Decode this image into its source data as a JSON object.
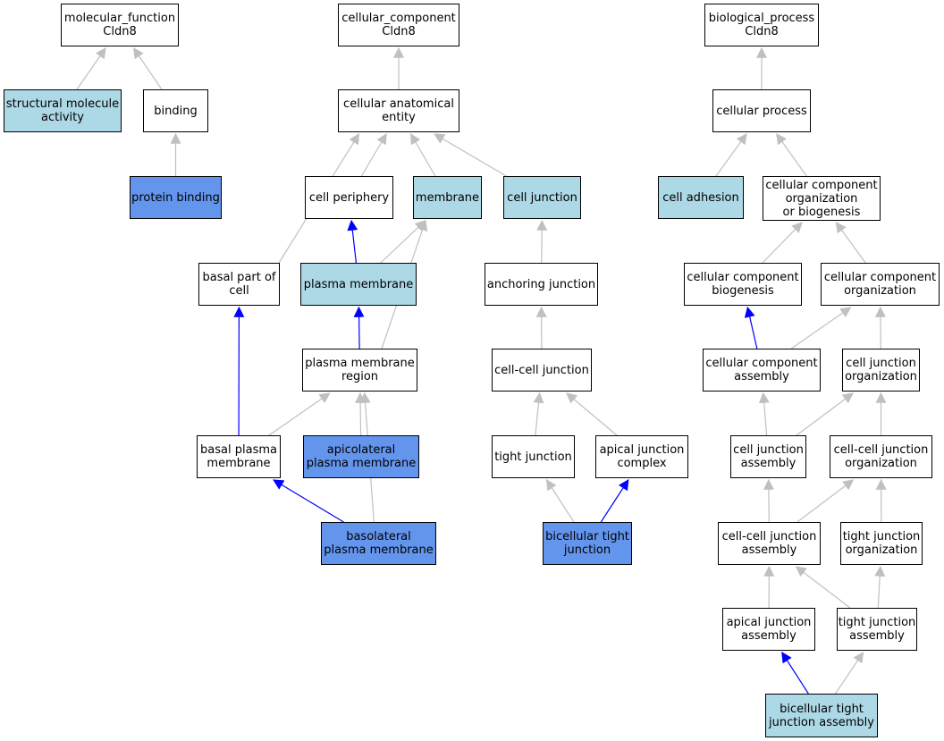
{
  "colors": {
    "plain": "#ffffff",
    "light_blue": "#add8e6",
    "cornflower_blue": "#6495ed",
    "gray_edge": "#c0c0c0",
    "blue_edge": "#0000ff"
  },
  "nodes": {
    "mf_root": {
      "label": "molecular_function\nCldn8",
      "fill": "plain"
    },
    "cc_root": {
      "label": "cellular_component\nCldn8",
      "fill": "plain"
    },
    "bp_root": {
      "label": "biological_process\nCldn8",
      "fill": "plain"
    },
    "structural_molecule_activity": {
      "label": "structural molecule\nactivity",
      "fill": "light"
    },
    "binding": {
      "label": "binding",
      "fill": "plain"
    },
    "protein_binding": {
      "label": "protein binding",
      "fill": "blue"
    },
    "cellular_anatomical_entity": {
      "label": "cellular anatomical\nentity",
      "fill": "plain"
    },
    "cell_periphery": {
      "label": "cell periphery",
      "fill": "plain"
    },
    "membrane": {
      "label": "membrane",
      "fill": "light"
    },
    "cell_junction": {
      "label": "cell junction",
      "fill": "light"
    },
    "basal_part_of_cell": {
      "label": "basal part of\ncell",
      "fill": "plain"
    },
    "plasma_membrane": {
      "label": "plasma membrane",
      "fill": "light"
    },
    "plasma_membrane_region": {
      "label": "plasma membrane\nregion",
      "fill": "plain"
    },
    "basal_plasma_membrane": {
      "label": "basal plasma\nmembrane",
      "fill": "plain"
    },
    "apicolateral_plasma_membrane": {
      "label": "apicolateral\nplasma membrane",
      "fill": "blue"
    },
    "basolateral_plasma_membrane": {
      "label": "basolateral\nplasma membrane",
      "fill": "blue"
    },
    "anchoring_junction": {
      "label": "anchoring junction",
      "fill": "plain"
    },
    "cell_cell_junction": {
      "label": "cell-cell junction",
      "fill": "plain"
    },
    "tight_junction": {
      "label": "tight junction",
      "fill": "plain"
    },
    "apical_junction_complex": {
      "label": "apical junction\ncomplex",
      "fill": "plain"
    },
    "bicellular_tight_junction": {
      "label": "bicellular tight\njunction",
      "fill": "blue"
    },
    "cellular_process": {
      "label": "cellular process",
      "fill": "plain"
    },
    "cell_adhesion": {
      "label": "cell adhesion",
      "fill": "light"
    },
    "ccob": {
      "label": "cellular component\norganization\nor biogenesis",
      "fill": "plain"
    },
    "cc_biogenesis": {
      "label": "cellular component\nbiogenesis",
      "fill": "plain"
    },
    "cc_organization": {
      "label": "cellular component\norganization",
      "fill": "plain"
    },
    "cc_assembly": {
      "label": "cellular component\nassembly",
      "fill": "plain"
    },
    "cj_organization": {
      "label": "cell junction\norganization",
      "fill": "plain"
    },
    "cj_assembly": {
      "label": "cell junction\nassembly",
      "fill": "plain"
    },
    "ccj_organization": {
      "label": "cell-cell junction\norganization",
      "fill": "plain"
    },
    "ccj_assembly": {
      "label": "cell-cell junction\nassembly",
      "fill": "plain"
    },
    "tj_organization": {
      "label": "tight junction\norganization",
      "fill": "plain"
    },
    "aj_assembly": {
      "label": "apical junction\nassembly",
      "fill": "plain"
    },
    "tj_assembly": {
      "label": "tight junction\nassembly",
      "fill": "plain"
    },
    "btj_assembly": {
      "label": "bicellular tight\njunction assembly",
      "fill": "light"
    }
  },
  "edges": [
    {
      "from": "structural_molecule_activity",
      "to": "mf_root",
      "kind": "is_a"
    },
    {
      "from": "binding",
      "to": "mf_root",
      "kind": "is_a"
    },
    {
      "from": "protein_binding",
      "to": "binding",
      "kind": "is_a"
    },
    {
      "from": "cellular_anatomical_entity",
      "to": "cc_root",
      "kind": "is_a"
    },
    {
      "from": "cell_periphery",
      "to": "cellular_anatomical_entity",
      "kind": "is_a"
    },
    {
      "from": "membrane",
      "to": "cellular_anatomical_entity",
      "kind": "is_a"
    },
    {
      "from": "cell_junction",
      "to": "cellular_anatomical_entity",
      "kind": "is_a"
    },
    {
      "from": "basal_part_of_cell",
      "to": "cellular_anatomical_entity",
      "kind": "is_a"
    },
    {
      "from": "plasma_membrane",
      "to": "cell_periphery",
      "kind": "part_of"
    },
    {
      "from": "plasma_membrane",
      "to": "membrane",
      "kind": "is_a"
    },
    {
      "from": "plasma_membrane_region",
      "to": "plasma_membrane",
      "kind": "part_of"
    },
    {
      "from": "plasma_membrane_region",
      "to": "membrane",
      "kind": "is_a"
    },
    {
      "from": "basal_plasma_membrane",
      "to": "basal_part_of_cell",
      "kind": "part_of"
    },
    {
      "from": "basal_plasma_membrane",
      "to": "plasma_membrane_region",
      "kind": "is_a"
    },
    {
      "from": "apicolateral_plasma_membrane",
      "to": "plasma_membrane_region",
      "kind": "is_a"
    },
    {
      "from": "basolateral_plasma_membrane",
      "to": "basal_plasma_membrane",
      "kind": "part_of"
    },
    {
      "from": "basolateral_plasma_membrane",
      "to": "plasma_membrane_region",
      "kind": "is_a"
    },
    {
      "from": "anchoring_junction",
      "to": "cell_junction",
      "kind": "is_a"
    },
    {
      "from": "cell_cell_junction",
      "to": "anchoring_junction",
      "kind": "is_a"
    },
    {
      "from": "tight_junction",
      "to": "cell_cell_junction",
      "kind": "is_a"
    },
    {
      "from": "apical_junction_complex",
      "to": "cell_cell_junction",
      "kind": "is_a"
    },
    {
      "from": "bicellular_tight_junction",
      "to": "tight_junction",
      "kind": "is_a"
    },
    {
      "from": "bicellular_tight_junction",
      "to": "apical_junction_complex",
      "kind": "part_of"
    },
    {
      "from": "cellular_process",
      "to": "bp_root",
      "kind": "is_a"
    },
    {
      "from": "cell_adhesion",
      "to": "cellular_process",
      "kind": "is_a"
    },
    {
      "from": "ccob",
      "to": "cellular_process",
      "kind": "is_a"
    },
    {
      "from": "cc_biogenesis",
      "to": "ccob",
      "kind": "is_a"
    },
    {
      "from": "cc_organization",
      "to": "ccob",
      "kind": "is_a"
    },
    {
      "from": "cc_assembly",
      "to": "cc_biogenesis",
      "kind": "part_of"
    },
    {
      "from": "cc_assembly",
      "to": "cc_organization",
      "kind": "is_a"
    },
    {
      "from": "cj_organization",
      "to": "cc_organization",
      "kind": "is_a"
    },
    {
      "from": "cj_assembly",
      "to": "cc_assembly",
      "kind": "is_a"
    },
    {
      "from": "cj_assembly",
      "to": "cj_organization",
      "kind": "is_a"
    },
    {
      "from": "ccj_organization",
      "to": "cj_organization",
      "kind": "is_a"
    },
    {
      "from": "ccj_assembly",
      "to": "cj_assembly",
      "kind": "is_a"
    },
    {
      "from": "ccj_assembly",
      "to": "ccj_organization",
      "kind": "is_a"
    },
    {
      "from": "tj_organization",
      "to": "ccj_organization",
      "kind": "is_a"
    },
    {
      "from": "aj_assembly",
      "to": "ccj_assembly",
      "kind": "is_a"
    },
    {
      "from": "tj_assembly",
      "to": "ccj_assembly",
      "kind": "is_a"
    },
    {
      "from": "tj_assembly",
      "to": "tj_organization",
      "kind": "is_a"
    },
    {
      "from": "btj_assembly",
      "to": "aj_assembly",
      "kind": "part_of"
    },
    {
      "from": "btj_assembly",
      "to": "tj_assembly",
      "kind": "is_a"
    }
  ]
}
